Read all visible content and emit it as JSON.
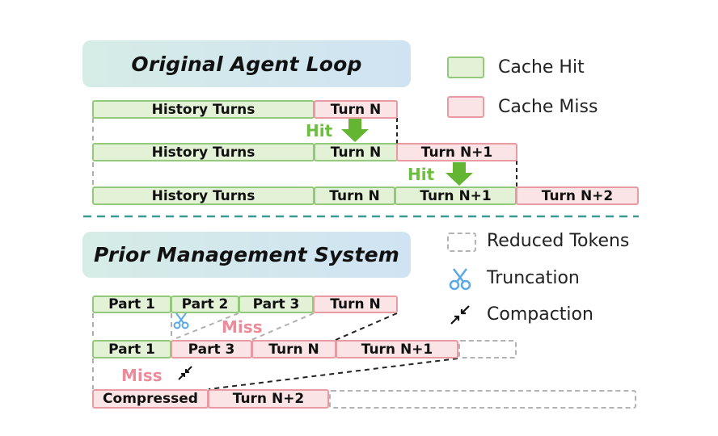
{
  "sections": {
    "top_title": "Original Agent Loop",
    "bottom_title": "Prior Management System"
  },
  "legend": {
    "cache_hit": "Cache Hit",
    "cache_miss": "Cache Miss",
    "reduced_tokens": "Reduced Tokens",
    "truncation": "Truncation",
    "compaction": "Compaction"
  },
  "annotations": {
    "hit": "Hit",
    "miss": "Miss"
  },
  "labels": {
    "history_turns": "History Turns",
    "turn_n": "Turn N",
    "turn_n1": "Turn N+1",
    "turn_n2": "Turn N+2",
    "part1": "Part 1",
    "part2": "Part 2",
    "part3": "Part 3",
    "compressed": "Compressed"
  },
  "colors": {
    "hit_fill": "#e3f1d7",
    "hit_border": "#93c97a",
    "miss_fill": "#fbe4e6",
    "miss_border": "#e99aa3",
    "hit_text": "#6bbf3d",
    "miss_text": "#ec8b99",
    "divider": "#3a9b8f",
    "scissors": "#5aa9e6"
  }
}
